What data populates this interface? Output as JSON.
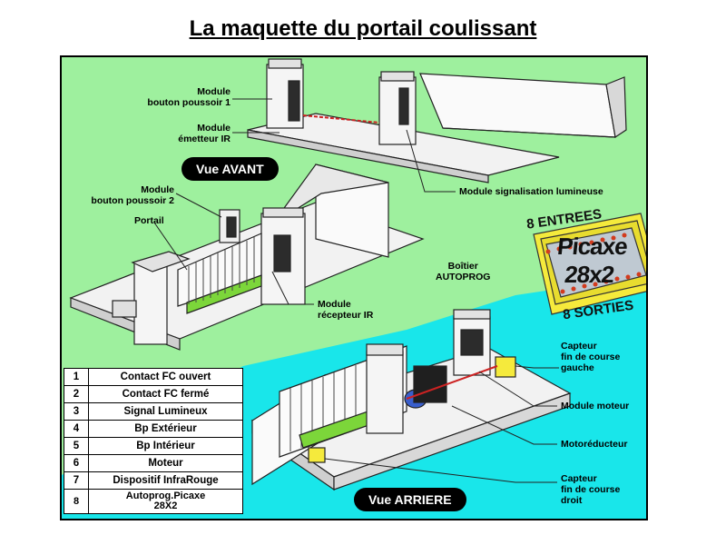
{
  "title": "La maquette du portail coulissant",
  "colors": {
    "background_green": "#9ef09e",
    "background_cyan": "#19e6ea",
    "picaxe_yellow": "#f5ea3c",
    "gate_green": "#7cd63a"
  },
  "views": {
    "front": "Vue AVANT",
    "back": "Vue ARRIERE"
  },
  "labels": {
    "module_bp1": "Module\nbouton poussoir 1",
    "module_ir_emitter": "Module\németteur IR",
    "module_signal": "Module signalisation lumineuse",
    "module_bp2": "Module\nbouton poussoir 2",
    "portail": "Portail",
    "boitier": "Boîtier\nAUTOPROG",
    "module_ir_receiver": "Module\nrécepteur IR",
    "capteur_gauche": "Capteur\nfin de course\ngauche",
    "module_moteur": "Module moteur",
    "motoreducteur": "Motoréducteur",
    "capteur_droit": "Capteur\nfin de course\ndroit"
  },
  "picaxe": {
    "name": "Picaxe 28x2",
    "inputs": "8 ENTREES",
    "outputs": "8 SORTIES"
  },
  "legend": [
    {
      "num": "1",
      "label": "Contact FC ouvert"
    },
    {
      "num": "2",
      "label": "Contact FC fermé"
    },
    {
      "num": "3",
      "label": "Signal Lumineux"
    },
    {
      "num": "4",
      "label": "Bp Extérieur"
    },
    {
      "num": "5",
      "label": "Bp Intérieur"
    },
    {
      "num": "6",
      "label": "Moteur"
    },
    {
      "num": "7",
      "label": "Dispositif InfraRouge"
    },
    {
      "num": "8",
      "label": "Autoprog.Picaxe\n28X2"
    }
  ]
}
